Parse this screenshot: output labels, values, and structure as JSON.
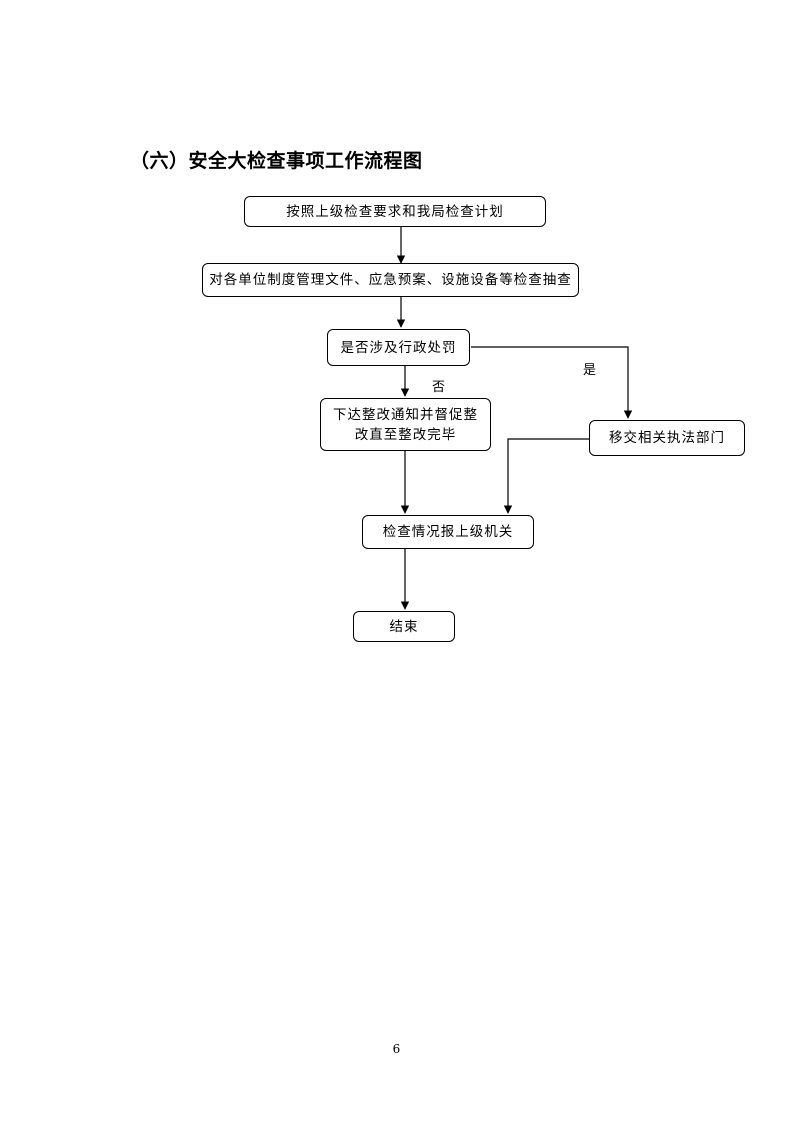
{
  "title": "（六）安全大检查事项工作流程图",
  "nodes": {
    "plan": "按照上级检查要求和我局检查计划",
    "inspect": "对各单位制度管理文件、应急预案、设施设备等检查抽查",
    "decision": "是否涉及行政处罚",
    "rectify": [
      "下达整改通知并督促整",
      "改直至整改完毕"
    ],
    "transfer": "移交相关执法部门",
    "report": "检查情况报上级机关",
    "end": "结束"
  },
  "edge_labels": {
    "yes": "是",
    "no": "否"
  },
  "page_number": "6"
}
